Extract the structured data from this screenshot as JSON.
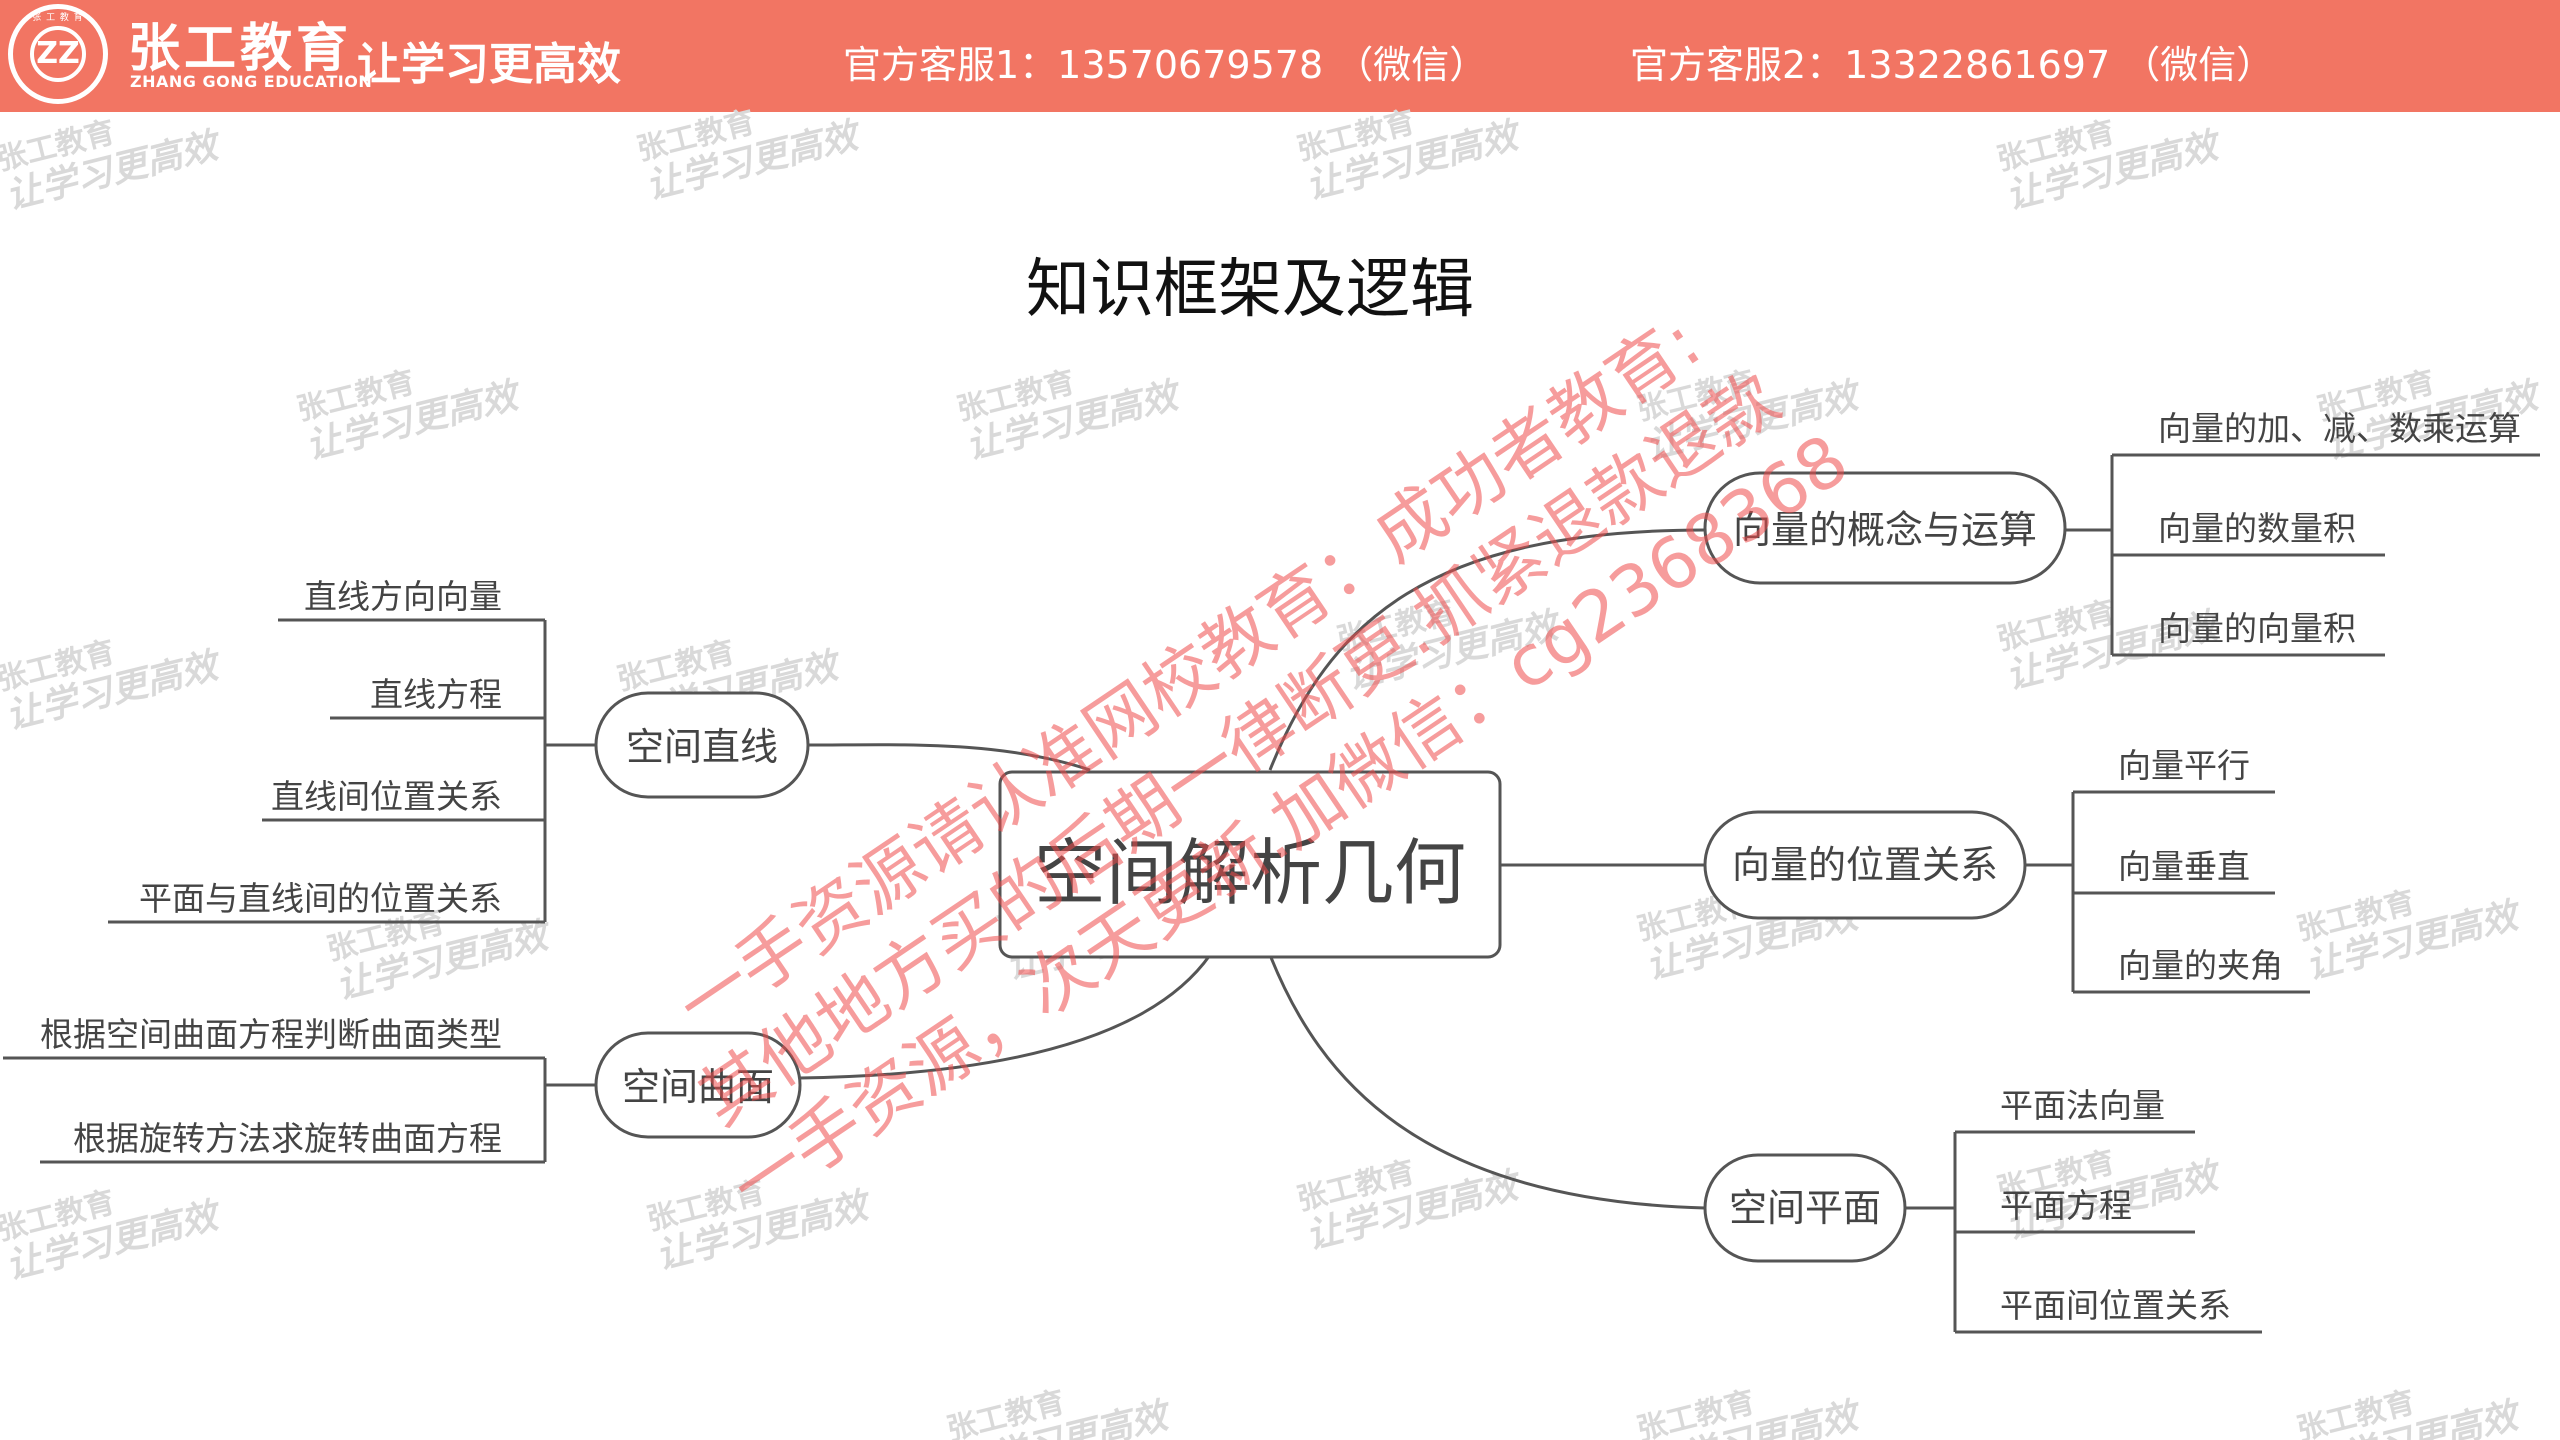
{
  "header": {
    "logo_letters": "ZZ",
    "logo_ring_text": "张 工 教 育",
    "brand_cn": "张工教育",
    "brand_en": "ZHANG GONG EDUCATION",
    "slogan": "让学习更高效",
    "contact1": "官方客服1：13570679578 （微信）",
    "contact2": "官方客服2：13322861697 （微信）"
  },
  "title": "知识框架及逻辑",
  "mindmap": {
    "root": "空间解析几何",
    "branches": {
      "line": {
        "label": "空间直线",
        "leaves": [
          "直线方向向量",
          "直线方程",
          "直线间位置关系",
          "平面与直线间的位置关系"
        ]
      },
      "surface": {
        "label": "空间曲面",
        "leaves": [
          "根据空间曲面方程判断曲面类型",
          "根据旋转方法求旋转曲面方程"
        ]
      },
      "vector_ops": {
        "label": "向量的概念与运算",
        "leaves": [
          "向量的加、减、数乘运算",
          "向量的数量积",
          "向量的向量积"
        ]
      },
      "vector_pos": {
        "label": "向量的位置关系",
        "leaves": [
          "向量平行",
          "向量垂直",
          "向量的夹角"
        ]
      },
      "plane": {
        "label": "空间平面",
        "leaves": [
          "平面法向量",
          "平面方程",
          "平面间位置关系"
        ]
      }
    }
  },
  "watermark": {
    "tile_line1": "张工教育",
    "tile_line2": "让学习更高效",
    "overlay_lines": [
      "一手资源请认准网校教育：成功者教育:",
      "其他地方买的后期一律断更.抓紧退款退款",
      "一手资源，次天更新.加微信：cg2368368"
    ]
  },
  "colors": {
    "header": "#f27563",
    "line": "#555555",
    "overlay": "#ee3b3b",
    "tile": "#d8d8d8"
  }
}
